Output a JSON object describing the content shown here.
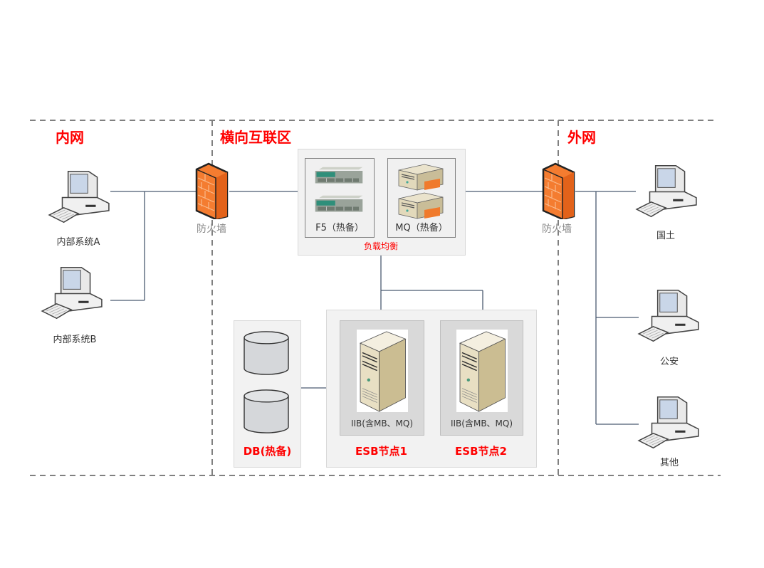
{
  "zones": {
    "intranet": "内网",
    "interconnect": "横向互联区",
    "extranet": "外网"
  },
  "intranet_systems": [
    {
      "label": "内部系统A",
      "icon": "desktop-computer-icon"
    },
    {
      "label": "内部系统B",
      "icon": "desktop-computer-icon"
    }
  ],
  "firewalls": {
    "left": {
      "label": "防火墙",
      "icon": "firewall-icon"
    },
    "right": {
      "label": "防火墙",
      "icon": "firewall-icon"
    }
  },
  "load_balancer": {
    "title": "负载均衡",
    "f5": {
      "label": "F5（热备）",
      "icon": "rack-appliance-icon"
    },
    "mq": {
      "label": "MQ（热备）",
      "icon": "server-box-icon"
    }
  },
  "database": {
    "label": "DB(热备)",
    "icon": "database-cylinder-icon"
  },
  "esb_nodes": [
    {
      "title": "ESB节点1",
      "caption": "IIB(含MB、MQ)",
      "icon": "tower-server-icon"
    },
    {
      "title": "ESB节点2",
      "caption": "IIB(含MB、MQ)",
      "icon": "tower-server-icon"
    }
  ],
  "external_systems": [
    {
      "label": "国土",
      "icon": "desktop-computer-icon"
    },
    {
      "label": "公安",
      "icon": "desktop-computer-icon"
    },
    {
      "label": "其他",
      "icon": "desktop-computer-icon"
    }
  ],
  "colors": {
    "zone_title": "#ff0000",
    "connector": "#4a5a70",
    "zone_border": "#808080",
    "firewall": "#f47c30"
  }
}
